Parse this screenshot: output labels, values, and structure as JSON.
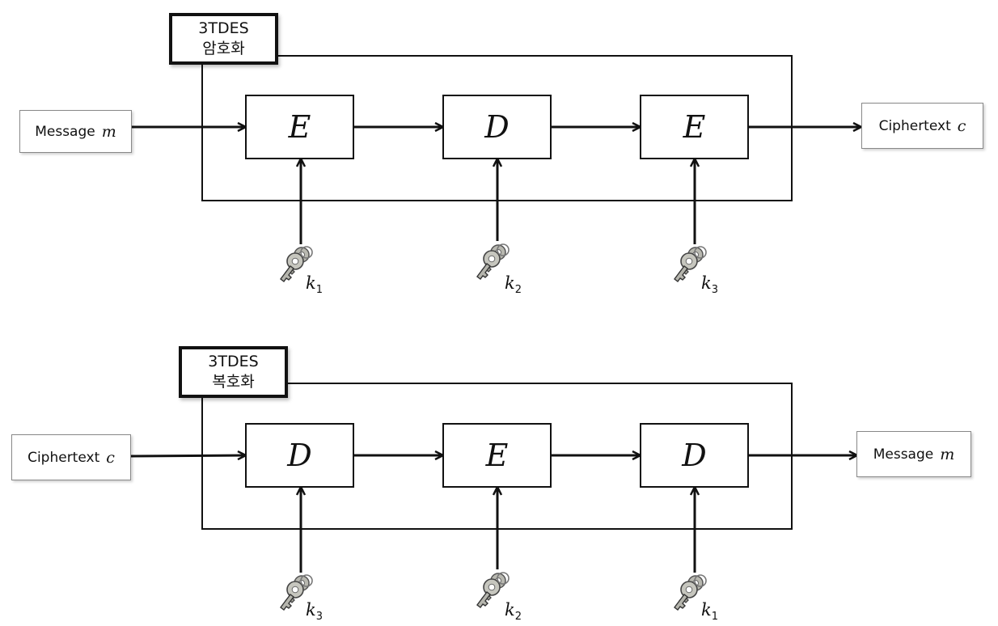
{
  "encryption": {
    "title_line1": "3TDES",
    "title_line2": "암호화",
    "input": {
      "text": "Message",
      "var": "m"
    },
    "output": {
      "text": "Ciphertext",
      "var": "c"
    },
    "blocks": [
      "E",
      "D",
      "E"
    ],
    "keys": [
      {
        "letter": "k",
        "sub": "1"
      },
      {
        "letter": "k",
        "sub": "2"
      },
      {
        "letter": "k",
        "sub": "3"
      }
    ]
  },
  "decryption": {
    "title_line1": "3TDES",
    "title_line2": "복호화",
    "input": {
      "text": "Ciphertext",
      "var": "c"
    },
    "output": {
      "text": "Message",
      "var": "m"
    },
    "blocks": [
      "D",
      "E",
      "D"
    ],
    "keys": [
      {
        "letter": "k",
        "sub": "3"
      },
      {
        "letter": "k",
        "sub": "2"
      },
      {
        "letter": "k",
        "sub": "1"
      }
    ]
  }
}
